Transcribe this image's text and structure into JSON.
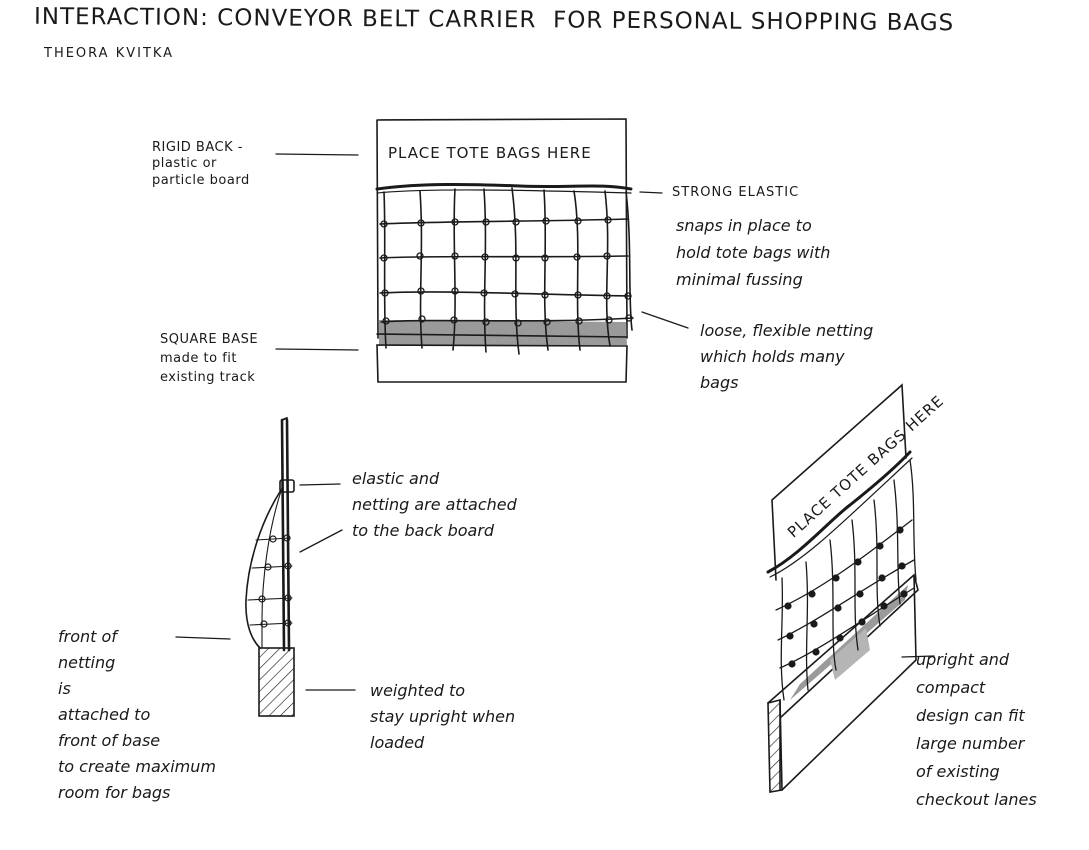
{
  "title": "INTERACTION: CONVEYOR BELT CARRIER  FOR PERSONAL SHOPPING BAGS",
  "author": "THEORA KVITKA",
  "front_view": {
    "board_label": "PLACE TOTE BAGS HERE",
    "annotations": {
      "rigid_back": "RIGID BACK -\nplastic or\nparticle board",
      "strong_elastic_heading": "STRONG ELASTIC",
      "strong_elastic_body": "snaps in place to\nhold tote bags with\nminimal fussing",
      "square_base": "SQUARE BASE\nmade to fit\nexisting track",
      "loose_netting": "loose, flexible netting\nwhich holds many\nbags"
    }
  },
  "side_view": {
    "annotations": {
      "elastic_attached": "elastic and\nnetting are attached\nto the back board",
      "front_netting": "front of\nnetting\nis\nattached to\nfront of base\nto create maximum\nroom for bags",
      "weighted": "weighted to\nstay upright when\nloaded"
    }
  },
  "perspective_view": {
    "board_label": "PLACE TOTE BAGS HERE",
    "annotations": {
      "upright_compact": "upright and\ncompact\ndesign can fit\nlarge number\nof existing\ncheckout lanes"
    }
  }
}
